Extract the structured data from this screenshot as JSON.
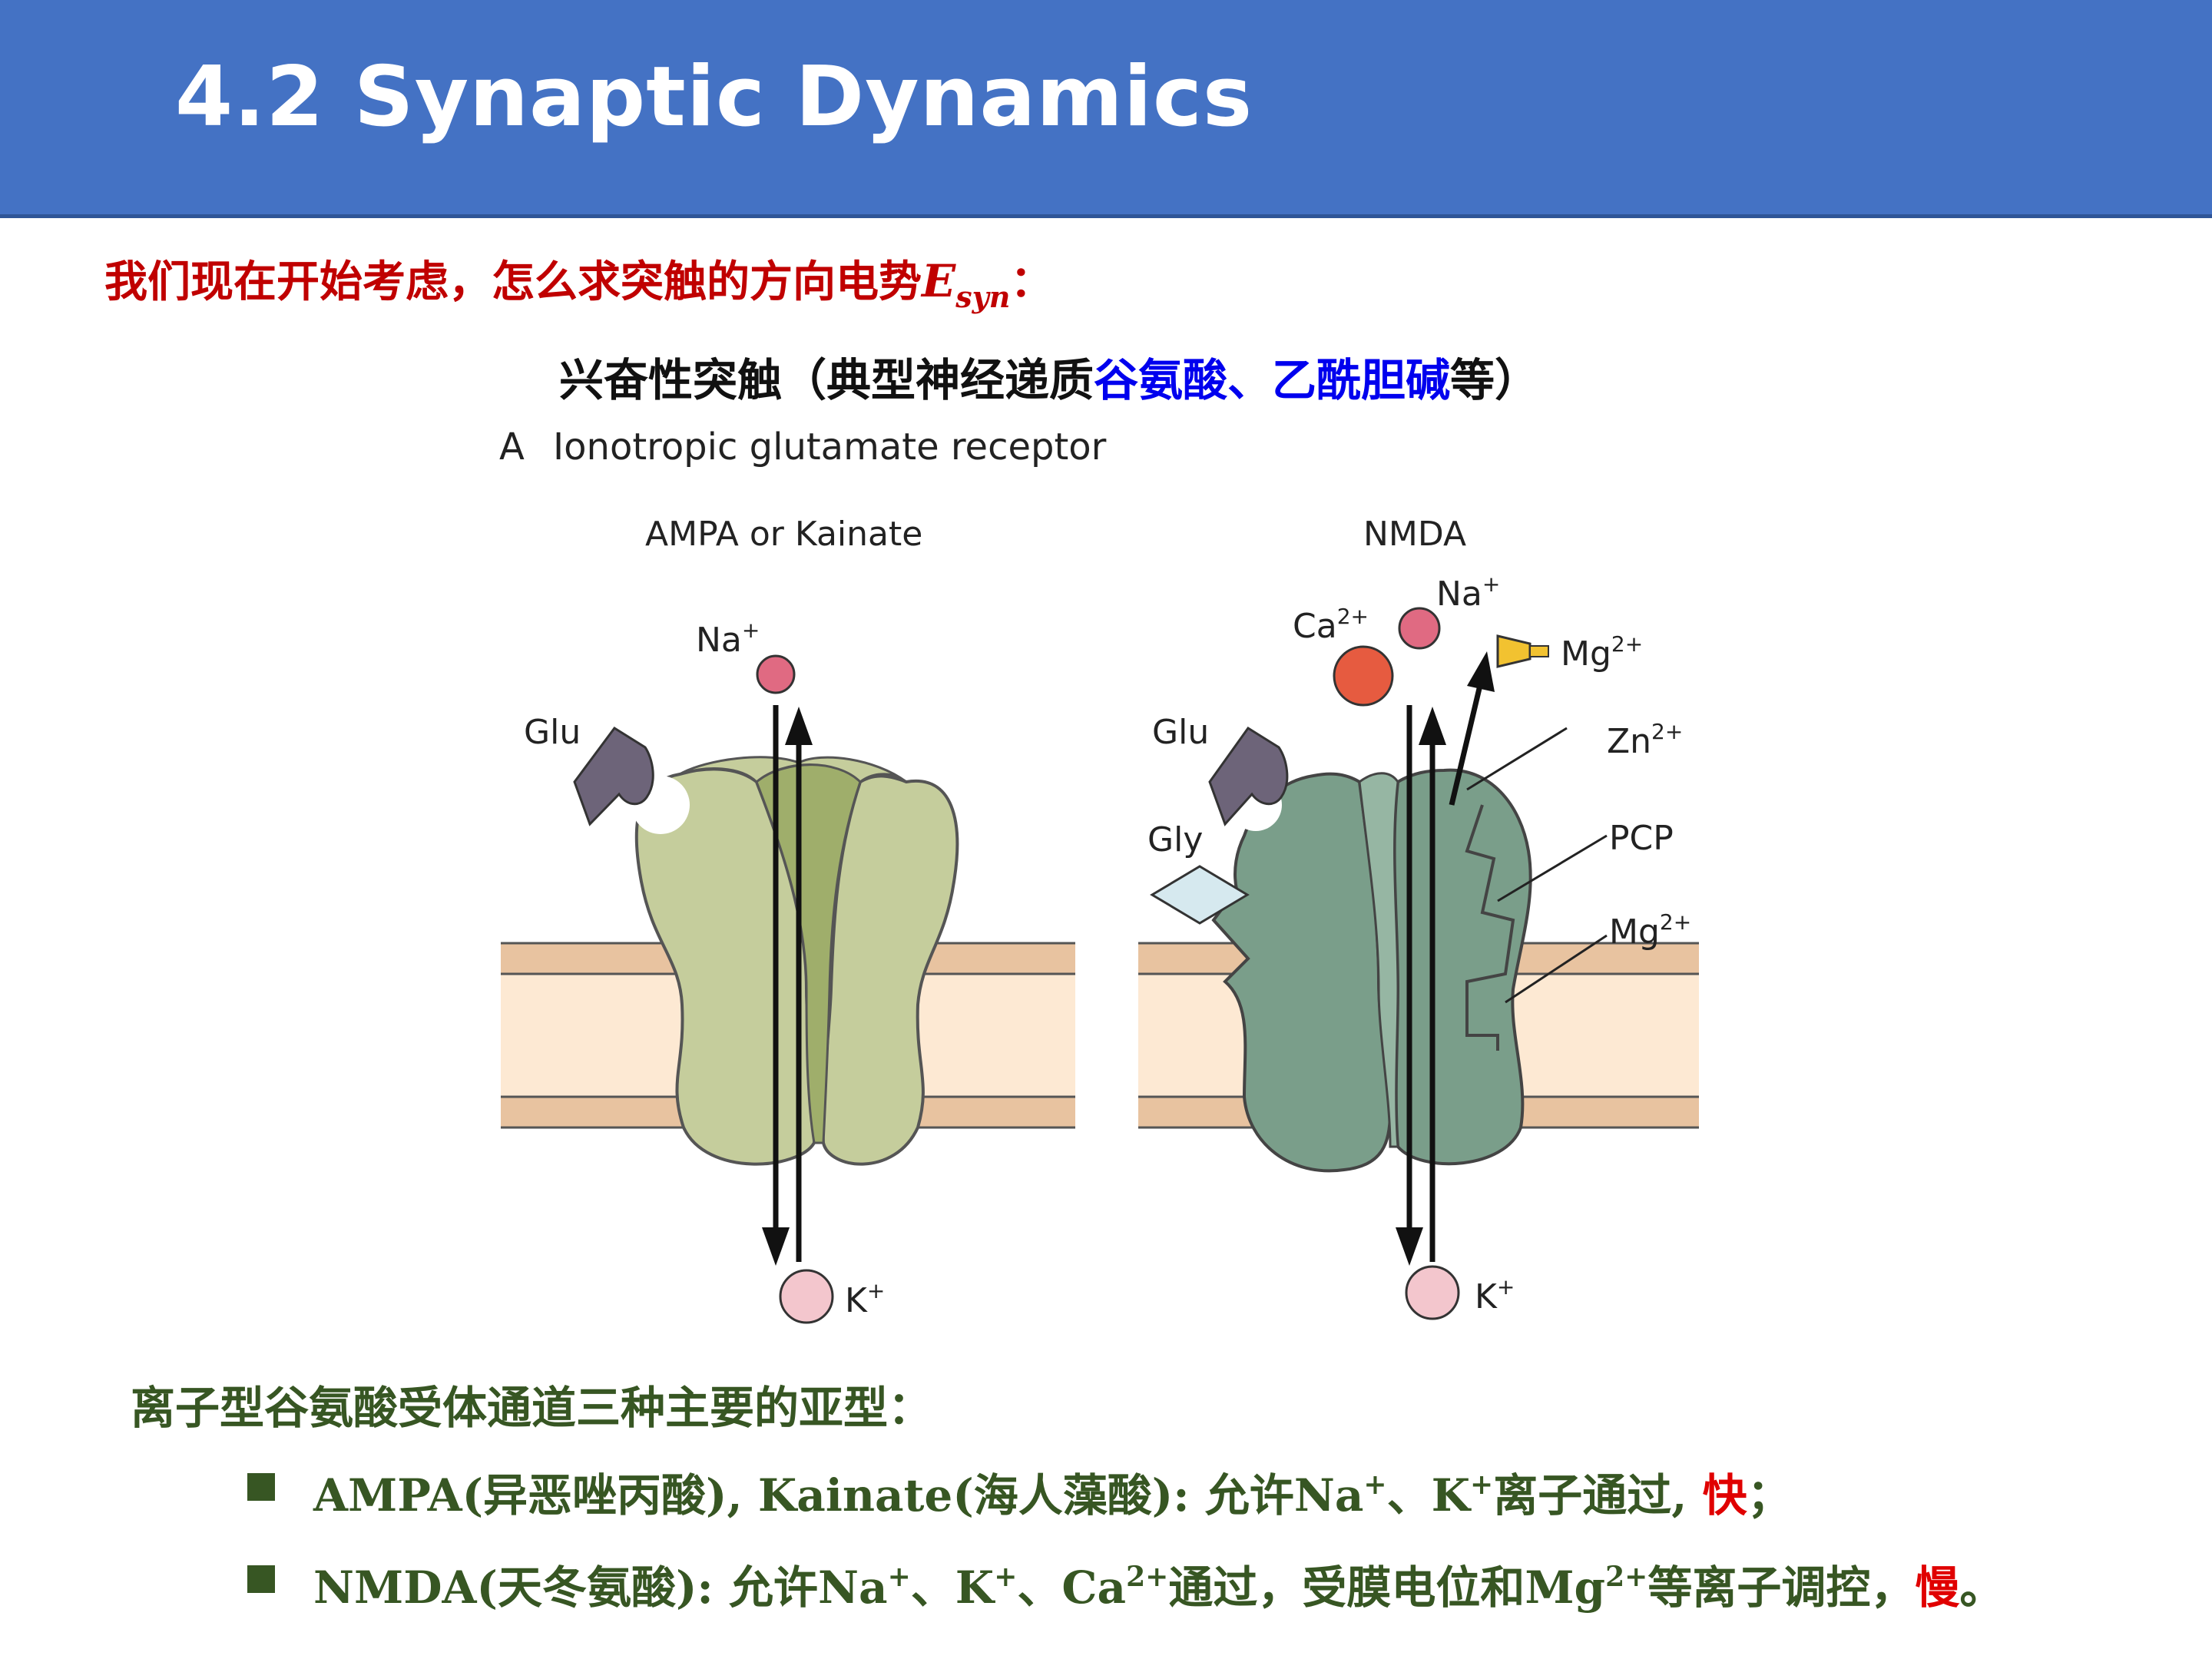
{
  "header": {
    "title": "4.2 Synaptic Dynamics"
  },
  "intro": {
    "text": "我们现在开始考虑，怎么求突触的方向电势",
    "var_main": "E",
    "var_sub": "syn",
    "suffix": "："
  },
  "subtitle": {
    "prefix": "兴奋性突触（典型神经递质",
    "blue": "谷氨酸、乙酰胆碱",
    "suffix": "等）"
  },
  "figure": {
    "panel_letter": "A",
    "panel_title": "Ionotropic glutamate receptor",
    "left_title": "AMPA or Kainate",
    "right_title": "NMDA",
    "labels": {
      "na": "Na",
      "na_charge": "+",
      "ca": "Ca",
      "ca_charge": "2+",
      "k": "K",
      "k_charge": "+",
      "mg": "Mg",
      "mg_charge": "2+",
      "zn": "Zn",
      "zn_charge": "2+",
      "glu": "Glu",
      "gly": "Gly",
      "pcp": "PCP"
    },
    "colors": {
      "ampa_fill": "#c5cd9c",
      "ampa_pore": "#9fae6b",
      "nmda_fill": "#7a9e8a",
      "membrane_outer": "#e8c3a0",
      "membrane_inner": "#fde9d3",
      "ligand": "#6d6479"
    }
  },
  "section": {
    "title": "离子型谷氨酸受体通道三种主要的亚型："
  },
  "bullets": [
    {
      "name": "AMPA",
      "p1": "AMPA(异恶唑丙酸), Kainate(海人藻酸): 允许Na",
      "s1": "+",
      "p2": "、K",
      "s2": "+",
      "p3": "离子通过, ",
      "highlight": "快",
      "end": "；"
    },
    {
      "name": "NMDA",
      "p1": "NMDA(天冬氨酸): 允许Na",
      "s1": "+",
      "p2": "、K",
      "s2": "+",
      "p3": "、Ca",
      "s3": "2+",
      "p4": "通过，受膜电位和Mg",
      "s4": "2+",
      "p5": "等离子调控，",
      "highlight": "慢",
      "end": "。"
    }
  ]
}
